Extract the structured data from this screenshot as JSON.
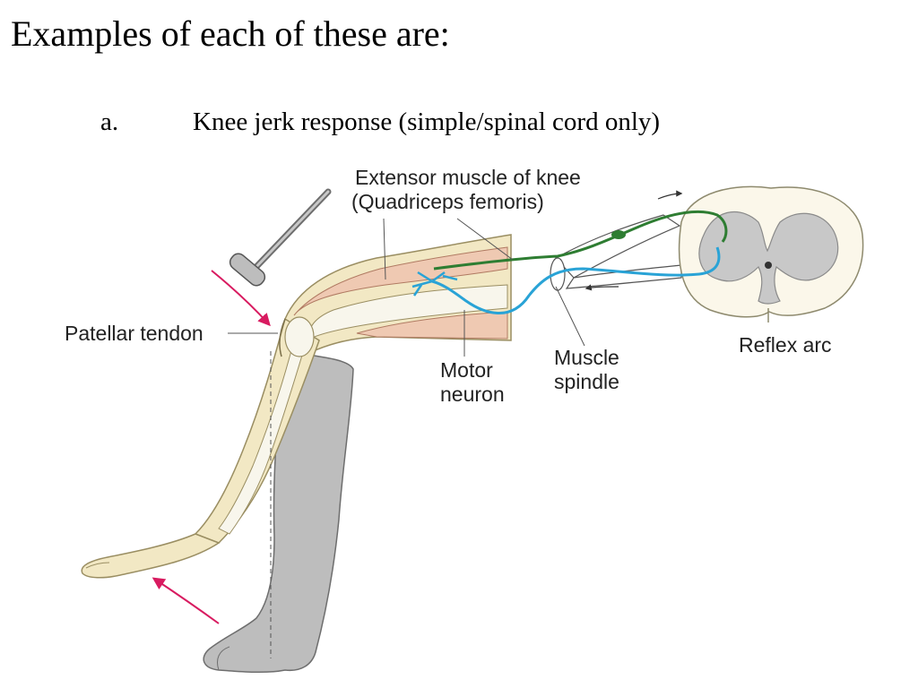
{
  "slide": {
    "title": "Examples of each of these are:",
    "bullet": {
      "marker": "a.",
      "text": "Knee jerk response (simple/spinal cord only)"
    }
  },
  "diagram": {
    "labels": {
      "extensor_line1": "Extensor muscle of knee",
      "extensor_line2": "(Quadriceps femoris)",
      "patellar_tendon": "Patellar tendon",
      "motor_line1": "Motor",
      "motor_line2": "neuron",
      "spindle_line1": "Muscle",
      "spindle_line2": "spindle",
      "reflex_arc": "Reflex arc"
    },
    "icons": [
      "reflex-hammer-icon",
      "motion-arrow-icon"
    ],
    "colors": {
      "skin": "#f2e8c4",
      "skin_outline": "#9a8e62",
      "muscle": "#efc9b2",
      "bone": "#f8f6ec",
      "standing_leg": "#bdbdbd",
      "spinal_gray": "#c8c8c8",
      "sensory_neuron": "#2e7d32",
      "motor_neuron": "#29a3d6",
      "motion_arrow": "#d81b60"
    }
  }
}
